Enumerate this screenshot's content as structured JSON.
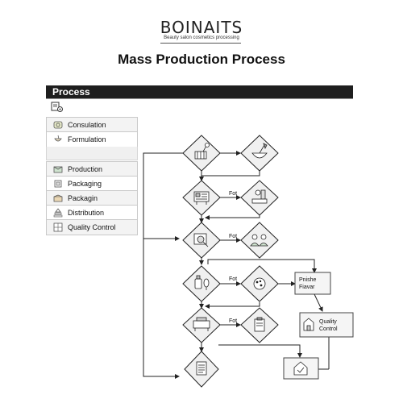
{
  "header": {
    "brand": "BOINAITS",
    "tagline": "Beauty salon cosmetics processing",
    "title": "Mass Production Process"
  },
  "process_bar": {
    "label": "Process"
  },
  "sidebar": {
    "group1": [
      {
        "label": "Consulation",
        "icon": "consultation-icon"
      },
      {
        "label": "Formulation",
        "icon": "formulation-icon"
      }
    ],
    "group2": [
      {
        "label": "Production",
        "icon": "production-icon"
      },
      {
        "label": "Packaging",
        "icon": "packaging-icon"
      },
      {
        "label": "Packagin",
        "icon": "box-icon"
      },
      {
        "label": "Distribution",
        "icon": "distribution-icon"
      },
      {
        "label": "Quality Control",
        "icon": "quality-control-icon"
      }
    ]
  },
  "flow": {
    "row_labels": [
      "Fot",
      "Fot",
      "Fot",
      "Fot"
    ],
    "finish_box": {
      "line1": "Pnishe",
      "line2": "Fiavar"
    },
    "qc_box": {
      "line1": "Quality",
      "line2": "Control"
    },
    "icons": {
      "left_column": [
        "mixer-icon",
        "lab-panel-icon",
        "inspection-icon",
        "bottle-dropper-icon",
        "filling-machine-icon",
        "document-icon"
      ],
      "right_column": [
        "mortar-bowl-icon",
        "microscope-icon",
        "team-icon",
        "petri-dish-icon",
        "clipboard-icon"
      ],
      "qc_box_icon": "house-icon",
      "bottom_box_icon": "house-check-icon"
    }
  }
}
